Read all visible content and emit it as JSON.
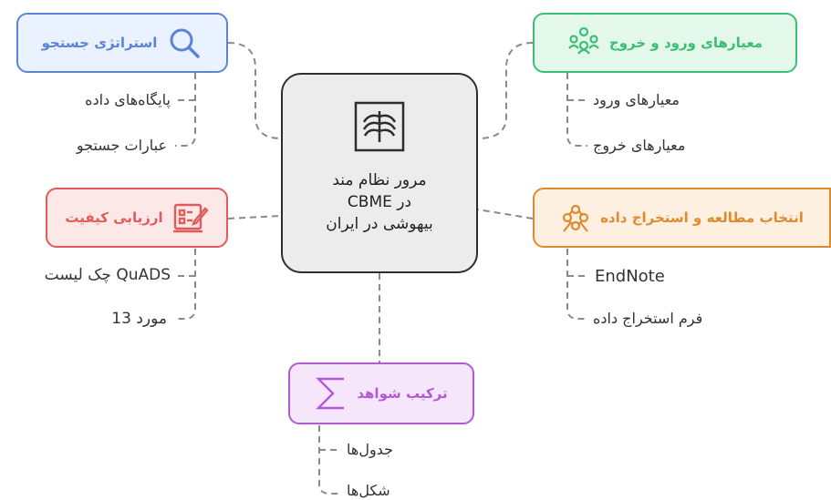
{
  "center": {
    "title": "مرور نظام مند\nدر CBME\nبیهوشی در ایران",
    "icon": "xray-ribcage-icon"
  },
  "branches": [
    {
      "id": "search",
      "label": "استراتژی جستجو",
      "icon": "magnifier-icon",
      "color": "#5b84d9",
      "fill": "#eaf1ff",
      "leaves": [
        "پایگاه‌های داده",
        "عبارات جستجو"
      ]
    },
    {
      "id": "criteria",
      "label": "معیارهای ورود و خروج",
      "icon": "people-network-icon",
      "color": "#3bbf74",
      "fill": "#e3f7ea",
      "leaves": [
        "معیارهای ورود",
        "معیارهای خروج"
      ]
    },
    {
      "id": "quality",
      "label": "ارزیابی کیفیت",
      "icon": "checklist-icon",
      "color": "#e05b5b",
      "fill": "#fde8e8",
      "leaves": [
        "QuADS چک لیست",
        "مورد 13"
      ]
    },
    {
      "id": "selection",
      "label": "انتخاب مطالعه و استخراج داده",
      "icon": "data-nodes-icon",
      "color": "#e08a2e",
      "fill": "#fdf0e0",
      "leaves": [
        "EndNote",
        "فرم استخراج داده"
      ]
    },
    {
      "id": "synthesis",
      "label": "ترکیب شواهد",
      "icon": "sigma-icon",
      "color": "#b25ad6",
      "fill": "#f6e6fb",
      "leaves": [
        "جدول‌ها",
        "شکل‌ها"
      ]
    }
  ]
}
